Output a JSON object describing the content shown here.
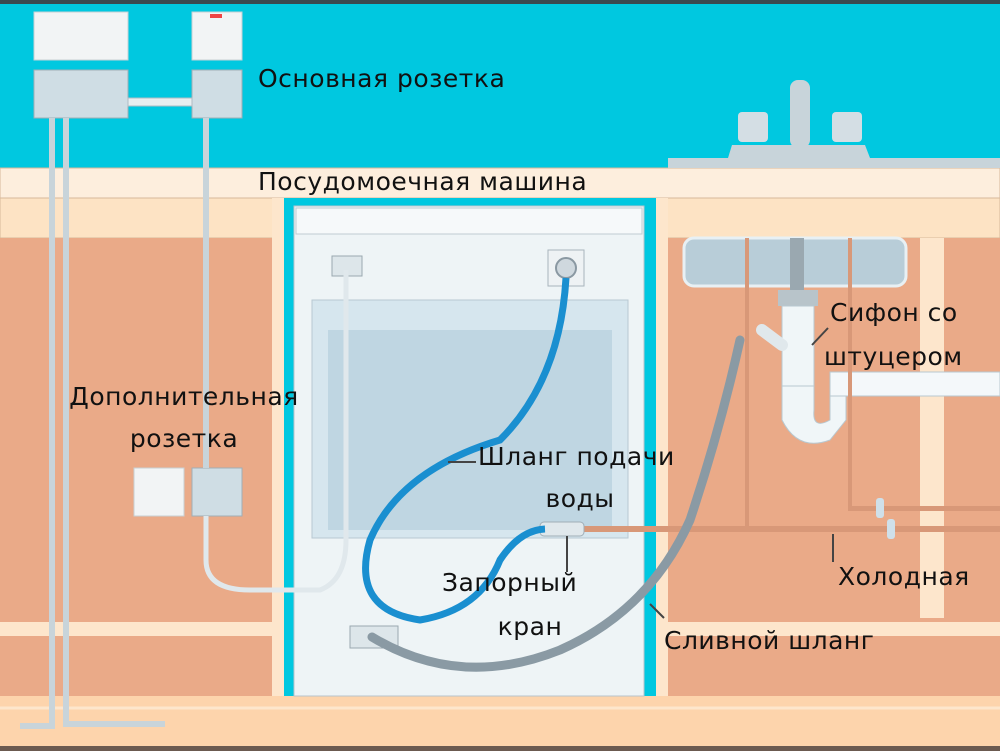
{
  "diagram": {
    "title": "Подключение посудомоечной машины",
    "colors": {
      "wall": "#00c8e0",
      "counter": "#fde6cc",
      "cabinet": "#eaaa88",
      "water_hose": "#1a8fd0",
      "drain_hose": "#8a9aa4",
      "copper_pipe": "#d89878",
      "appliance": "#e8f2f6"
    },
    "labels": {
      "main_socket": "Основная розетка",
      "dishwasher": "Посудомоечная машина",
      "extra_socket_line1": "Дополнительная",
      "extra_socket_line2": "розетка",
      "siphon_line1": "Сифон со",
      "siphon_line2": "штуцером",
      "supply_hose_line1": "Шланг подачи",
      "supply_hose_line2": "воды",
      "shutoff_line1": "Запорный",
      "shutoff_line2": "кран",
      "cold_water": "Холодная",
      "drain_hose": "Сливной шланг"
    }
  }
}
